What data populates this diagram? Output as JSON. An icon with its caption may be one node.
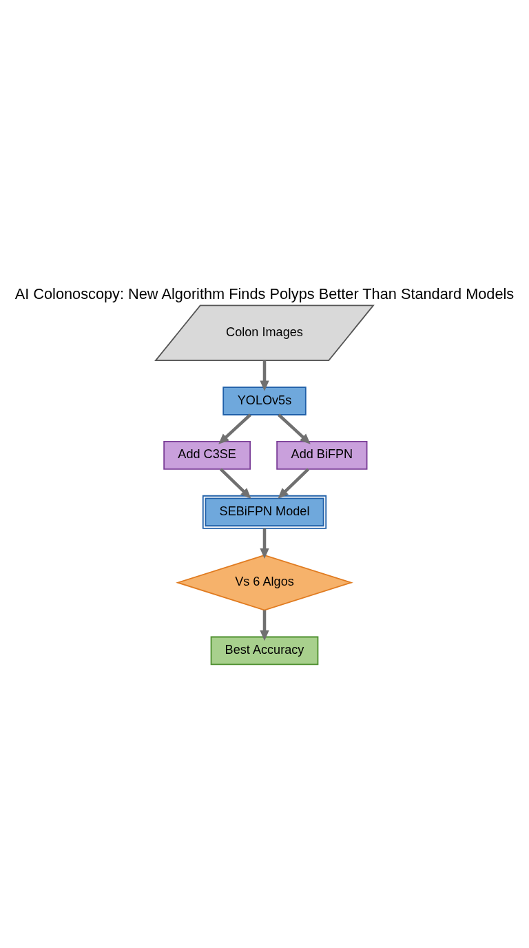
{
  "diagram": {
    "title": "AI Colonoscopy: New Algorithm Finds Polyps Better Than Standard Models",
    "nodes": [
      {
        "text": [
          "Colon Images"
        ]
      },
      {
        "text": [
          "YOLOv5s"
        ]
      },
      {
        "text": [
          "Add C3SE"
        ]
      },
      {
        "text": [
          "Add BiFPN"
        ]
      },
      {
        "text": [
          "SEBiFPN Model"
        ]
      },
      {
        "text": [
          "Vs 6 Algos"
        ]
      },
      {
        "text": [
          "Best Accuracy"
        ]
      }
    ],
    "edges": [
      {
        "from": 0,
        "to": 1,
        "arrow": "to"
      },
      {
        "from": 1,
        "to": 2,
        "arrow": "to"
      },
      {
        "from": 1,
        "to": 3,
        "arrow": "to"
      },
      {
        "from": 2,
        "to": 4,
        "arrow": "to"
      },
      {
        "from": 3,
        "to": 4,
        "arrow": "to"
      },
      {
        "from": 4,
        "to": 5,
        "arrow": "to"
      },
      {
        "from": 5,
        "to": 6,
        "arrow": "to"
      }
    ]
  }
}
